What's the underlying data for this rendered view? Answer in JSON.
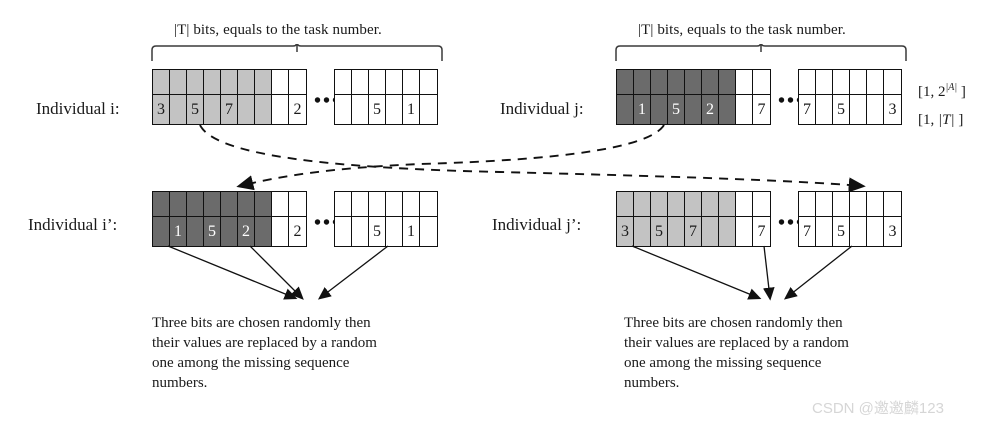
{
  "diagram": {
    "caption_left": "|T| bits, equals to the task number.",
    "caption_right": "|T| bits, equals to the task number.",
    "ellipsis": "•••",
    "range_top": "[1, 2|A| ]",
    "range_bottom": "[1, |T| ]",
    "watermark": "CSDN @邀邀麟123",
    "colors": {
      "shade_light": "#c3c3c3",
      "shade_dark": "#6b6b6b",
      "outline": "#111111",
      "watermark": "#d6d6d6"
    }
  },
  "individuals": [
    {
      "id": "individual-i",
      "label": "Individual i:",
      "grid_a": {
        "cols": 9,
        "shades": [
          "light",
          "light",
          "light",
          "light",
          "light",
          "light",
          "light",
          "none",
          "none"
        ],
        "values": [
          "3",
          "",
          "5",
          "",
          "7",
          "",
          "",
          "",
          "2"
        ]
      },
      "grid_b": {
        "cols": 6,
        "shades": [
          "none",
          "none",
          "none",
          "none",
          "none",
          "none"
        ],
        "values": [
          "",
          "",
          "5",
          "",
          "1",
          ""
        ]
      }
    },
    {
      "id": "individual-j",
      "label": "Individual j:",
      "grid_a": {
        "cols": 9,
        "shades": [
          "dark",
          "dark",
          "dark",
          "dark",
          "dark",
          "dark",
          "dark",
          "none",
          "none"
        ],
        "values": [
          "",
          "1",
          "",
          "5",
          "",
          "2",
          "",
          "",
          "7"
        ]
      },
      "grid_b": {
        "cols": 6,
        "shades": [
          "none",
          "none",
          "none",
          "none",
          "none",
          "none"
        ],
        "values": [
          "7",
          "",
          "5",
          "",
          "",
          "3"
        ]
      }
    },
    {
      "id": "individual-i-prime",
      "label": "Individual i’:",
      "grid_a": {
        "cols": 9,
        "shades": [
          "dark",
          "dark",
          "dark",
          "dark",
          "dark",
          "dark",
          "dark",
          "none",
          "none"
        ],
        "values": [
          "",
          "1",
          "",
          "5",
          "",
          "2",
          "",
          "",
          "2"
        ]
      },
      "grid_b": {
        "cols": 6,
        "shades": [
          "none",
          "none",
          "none",
          "none",
          "none",
          "none"
        ],
        "values": [
          "",
          "",
          "5",
          "",
          "1",
          ""
        ]
      }
    },
    {
      "id": "individual-j-prime",
      "label": "Individual j’:",
      "grid_a": {
        "cols": 9,
        "shades": [
          "light",
          "light",
          "light",
          "light",
          "light",
          "light",
          "light",
          "none",
          "none"
        ],
        "values": [
          "3",
          "",
          "5",
          "",
          "7",
          "",
          "",
          "",
          "7"
        ]
      },
      "grid_b": {
        "cols": 6,
        "shades": [
          "none",
          "none",
          "none",
          "none",
          "none",
          "none"
        ],
        "values": [
          "7",
          "",
          "5",
          "",
          "",
          "3"
        ]
      }
    }
  ],
  "notes": {
    "left": "Three bits are chosen randomly  then\ntheir values are replaced by a random\none among the missing sequence\nnumbers.",
    "right": "Three bits are chosen randomly  then\ntheir values are replaced by a random\none among the missing sequence\nnumbers."
  }
}
